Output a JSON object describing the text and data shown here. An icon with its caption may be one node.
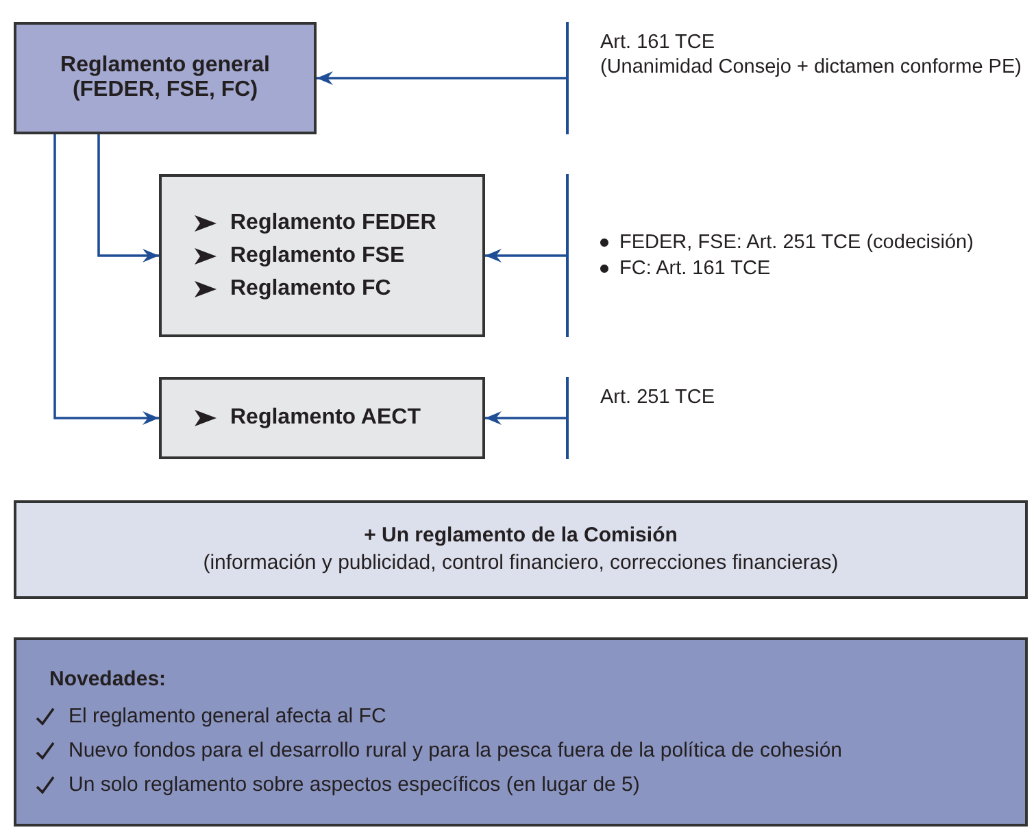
{
  "diagram": {
    "nodes": [
      {
        "text": [
          "Reglamento general (FEDER, FSE, FC)"
        ]
      },
      {
        "text": [
          "Reglamento FEDER",
          "Reglamento FSE",
          "Reglamento FC"
        ]
      },
      {
        "text": [
          "Reglamento AECT"
        ]
      },
      {
        "text": [
          "Art. 161 TCE",
          "(Unanimidad Consejo + dictamen conforme PE)"
        ]
      },
      {
        "text": [
          "FEDER, FSE: Art. 251 TCE (codecisión)",
          "FC: Art. 161 TCE"
        ]
      },
      {
        "text": [
          "Art. 251 TCE"
        ]
      },
      {
        "text": [
          "+ Un reglamento de la Comisión",
          "(información y publicidad, control financiero, correcciones financieras)"
        ]
      },
      {
        "text": [
          "Novedades:",
          "El reglamento general afecta al FC",
          "Nuevo fondos para el desarrollo rural y para la pesca fuera de la política de cohesión",
          "Un solo reglamento sobre aspectos específicos (en lugar de 5)"
        ]
      }
    ],
    "edges": [
      {
        "from": 3,
        "to": 0,
        "arrow": "to"
      },
      {
        "from": 0,
        "to": 1,
        "arrow": "to"
      },
      {
        "from": 4,
        "to": 1,
        "arrow": "to"
      },
      {
        "from": 0,
        "to": 2,
        "arrow": "to"
      },
      {
        "from": 5,
        "to": 2,
        "arrow": "to"
      }
    ]
  }
}
